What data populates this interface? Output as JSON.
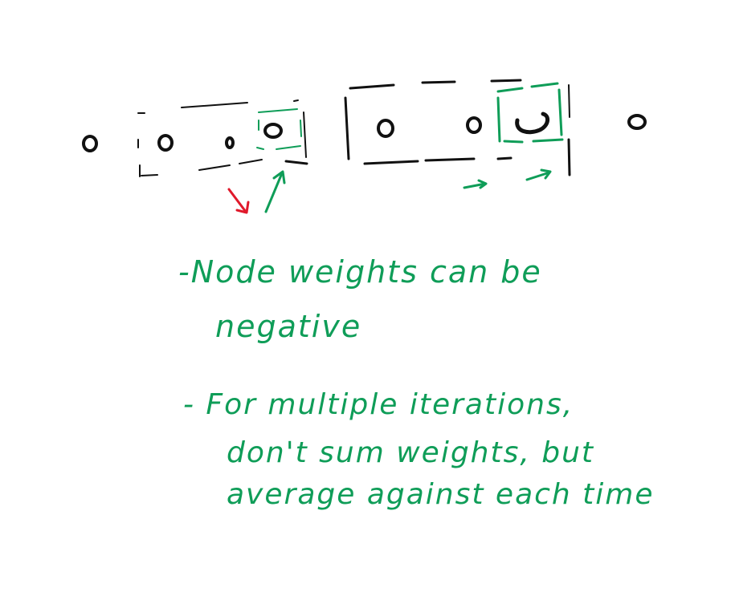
{
  "canvas": {
    "background": "#ffffff",
    "colors": {
      "ink": "#111111",
      "accent": "#0f9d58",
      "highlight": "#e0192b"
    }
  },
  "notes": [
    {
      "id": "note-1",
      "lines": [
        "-Node weights can be",
        "negative"
      ]
    },
    {
      "id": "note-2",
      "lines": [
        "- For multiple iterations,",
        "don't sum weights, but",
        "average against each time"
      ]
    }
  ],
  "icons": {
    "node": "circle-node-icon",
    "arrow_down": "red-arrow-icon",
    "arrow_up": "green-arrow-icon"
  }
}
